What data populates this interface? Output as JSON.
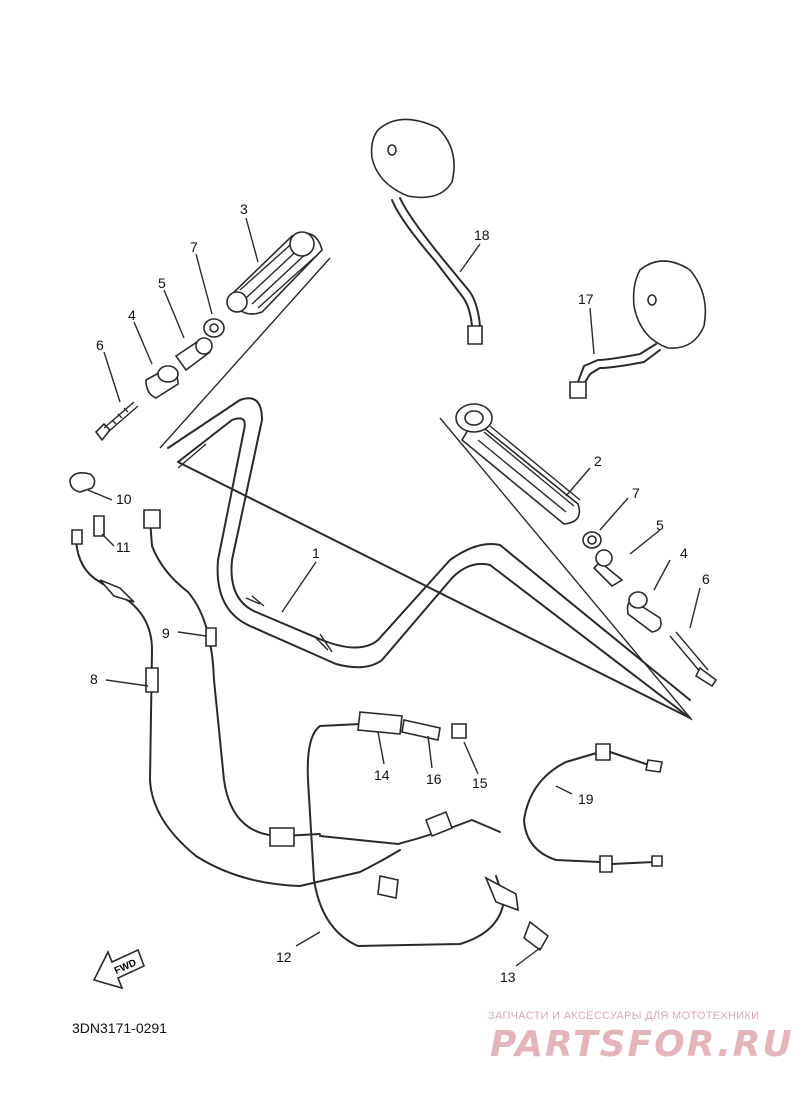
{
  "parts": [
    {
      "n": "1"
    },
    {
      "n": "2"
    },
    {
      "n": "3"
    },
    {
      "n": "4"
    },
    {
      "n": "4"
    },
    {
      "n": "5"
    },
    {
      "n": "5"
    },
    {
      "n": "6"
    },
    {
      "n": "6"
    },
    {
      "n": "7"
    },
    {
      "n": "7"
    },
    {
      "n": "8"
    },
    {
      "n": "9"
    },
    {
      "n": "10"
    },
    {
      "n": "11"
    },
    {
      "n": "12"
    },
    {
      "n": "13"
    },
    {
      "n": "14"
    },
    {
      "n": "15"
    },
    {
      "n": "16"
    },
    {
      "n": "17"
    },
    {
      "n": "18"
    },
    {
      "n": "19"
    }
  ],
  "fwd_label": "FWD",
  "diagram_code": "3DN3171-0291",
  "watermark": {
    "tagline": "ЗАПЧАСТИ И АКСЕССУАРЫ ДЛЯ МОТОТЕХНИКИ",
    "logo": "PARTSFOR.RU",
    "color": "#e3b4b9"
  }
}
